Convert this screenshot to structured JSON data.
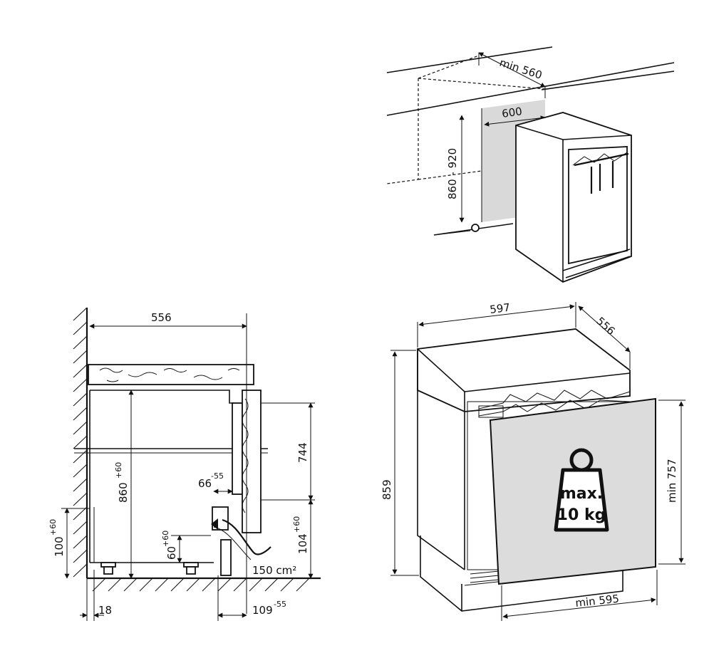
{
  "top_view": {
    "dim_min_560": "min 560",
    "dim_600": "600",
    "dim_860_920": "860 - 920"
  },
  "side_section": {
    "dim_556": "556",
    "dim_860": "860",
    "dim_860_tol": "+60",
    "dim_744": "744",
    "dim_66": "66",
    "dim_66_tol": "-55",
    "dim_60": "60",
    "dim_60_tol": "+60",
    "dim_100": "100",
    "dim_100_tol": "+60",
    "dim_104": "104",
    "dim_104_tol": "+60",
    "dim_150": "150 cm²",
    "dim_18": "18",
    "dim_109": "109",
    "dim_109_tol": "-55"
  },
  "front_view": {
    "dim_597": "597",
    "dim_556": "556",
    "dim_859": "859",
    "dim_min_757": "min 757",
    "dim_min_595": "min 595",
    "weight_line1": "max.",
    "weight_line2": "10 kg"
  }
}
